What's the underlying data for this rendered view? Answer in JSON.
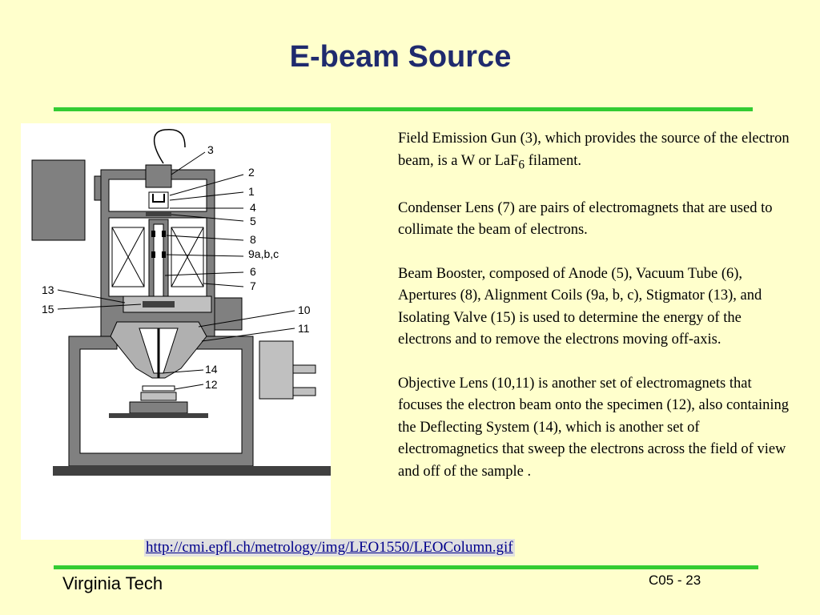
{
  "slide": {
    "title": "E-beam Source",
    "footer_left": "Virginia Tech",
    "footer_right": "C05 - 23",
    "source_link": "http://cmi.epfl.ch/metrology/img/LEO1550/LEOColumn.gif"
  },
  "paragraphs": [
    {
      "pre": "Field Emission Gun (3), which provides the source of the electron beam, is a W or LaF",
      "sub": "6",
      "post": " filament."
    },
    {
      "text": "Condenser Lens (7) are pairs of electromagnets that are used to collimate the beam of electrons."
    },
    {
      "text": "Beam Booster, composed of Anode (5), Vacuum Tube (6), Apertures (8), Alignment Coils (9a, b, c), Stigmator (13), and Isolating Valve (15) is used to determine the energy of the electrons and to remove the electrons moving off-axis."
    },
    {
      "text": "Objective Lens (10,11) is another set of electromagnets that focuses the electron beam onto the specimen (12), also containing the Deflecting System (14), which is another set of electromagnetics that sweep the electrons across the field of view and off of the sample ."
    }
  ],
  "diagram_labels": {
    "l3": "3",
    "l2": "2",
    "l1": "1",
    "l4": "4",
    "l5": "5",
    "l8": "8",
    "l9": "9a,b,c",
    "l6": "6",
    "l7": "7",
    "l13": "13",
    "l15": "15",
    "l10": "10",
    "l11": "11",
    "l14": "14",
    "l12": "12"
  },
  "colors": {
    "background": "#ffffcc",
    "title": "#1f2a6e",
    "rule": "#33cc33",
    "diagram_fill": "#808080"
  }
}
